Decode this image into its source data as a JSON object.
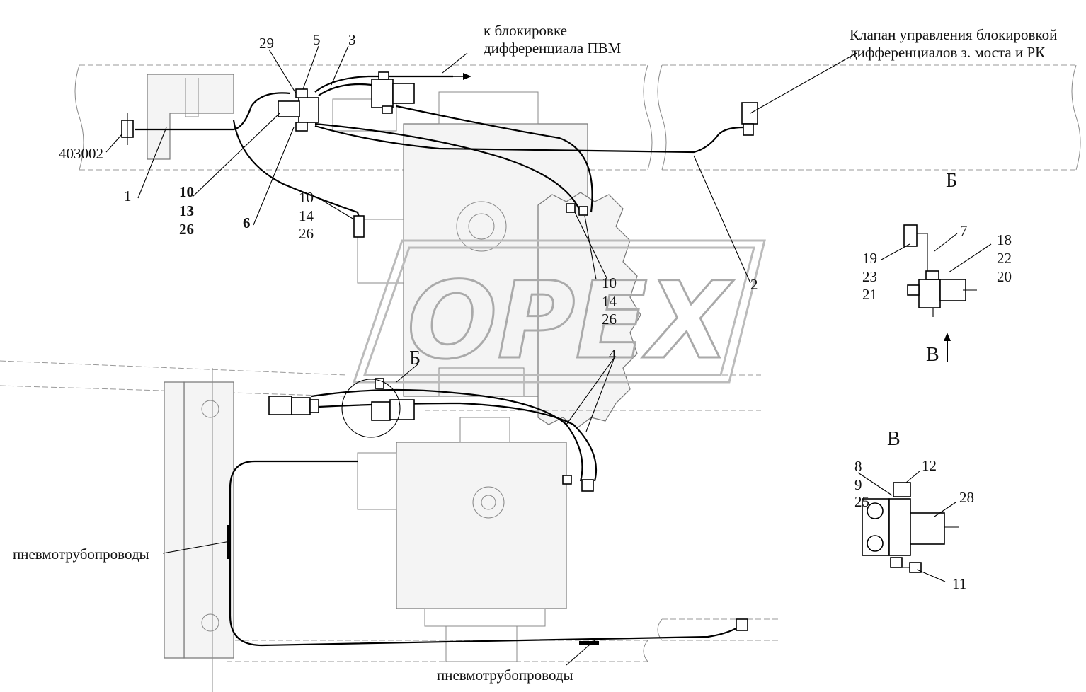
{
  "labels": {
    "to_pvm_line1": "к блокировке",
    "to_pvm_line2": "дифференциала ПВМ",
    "valve_line1": "Клапан управления блокировкой",
    "valve_line2": "дифференциалов з. моста и РК",
    "p29": "29",
    "p5": "5",
    "p3": "3",
    "p403002": "403002",
    "p1": "1",
    "g1_a": "10",
    "g1_b": "13",
    "g1_c": "26",
    "p6": "6",
    "g2_a": "10",
    "g2_b": "14",
    "g2_c": "26",
    "g3_a": "10",
    "g3_b": "14",
    "g3_c": "26",
    "p2": "2",
    "p4": "4",
    "b_main": "Б",
    "b_view": "Б",
    "v_view": "В",
    "v_arrow": "В",
    "p7": "7",
    "g4_a": "19",
    "g4_b": "23",
    "g4_c": "21",
    "g5_a": "18",
    "g5_b": "22",
    "g5_c": "20",
    "g6_a": "8",
    "g6_b": "9",
    "g6_c": "25",
    "p12": "12",
    "p28": "28",
    "p11": "11",
    "pneumo_left": "пневмотрубопроводы",
    "pneumo_bottom": "пневмотрубопроводы"
  },
  "watermark": "OPEX"
}
